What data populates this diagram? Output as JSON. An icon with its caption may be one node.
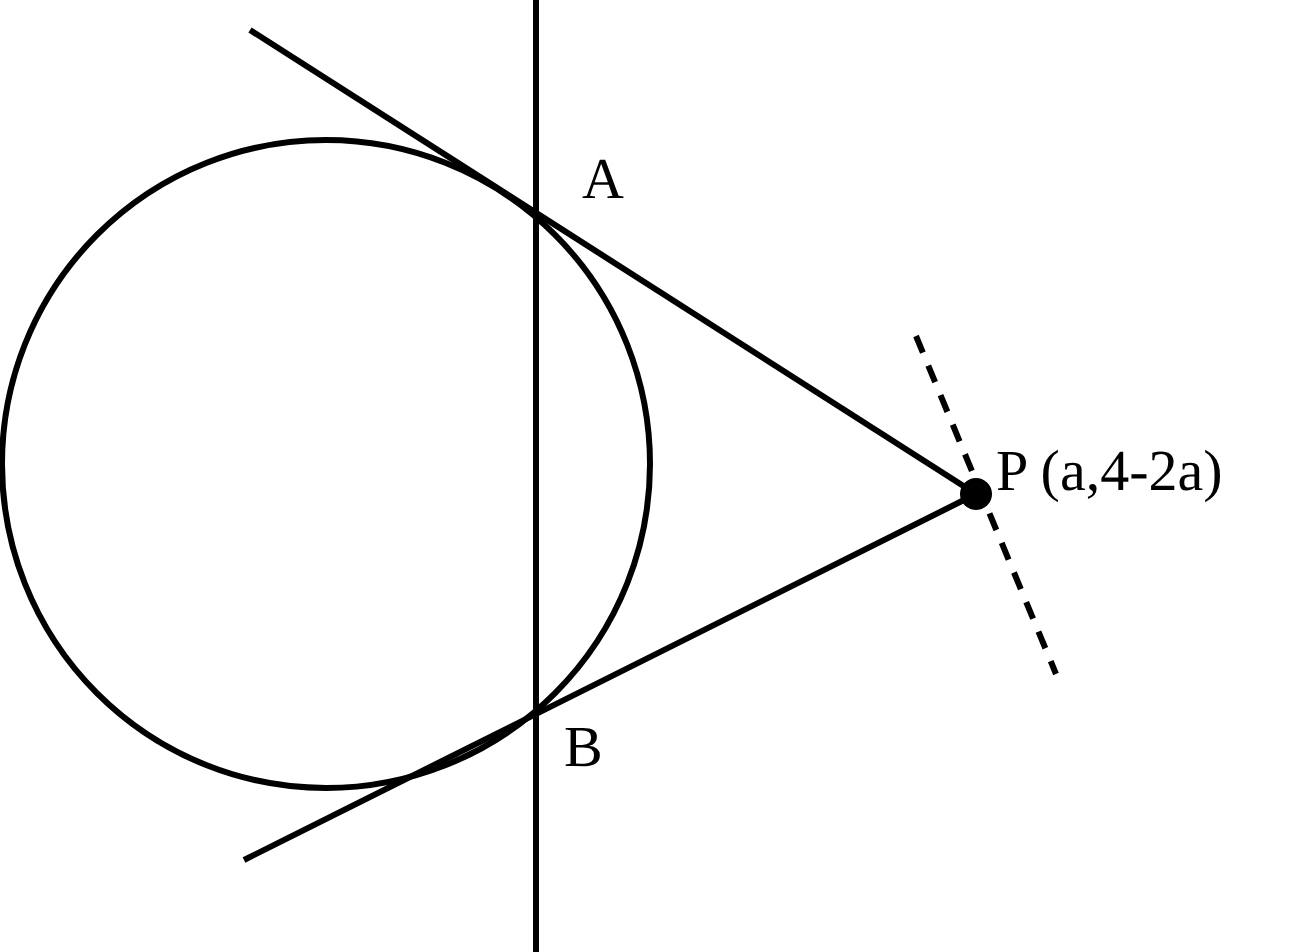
{
  "diagram": {
    "labels": [
      "A",
      "B",
      "P (a,4-2a)"
    ]
  }
}
